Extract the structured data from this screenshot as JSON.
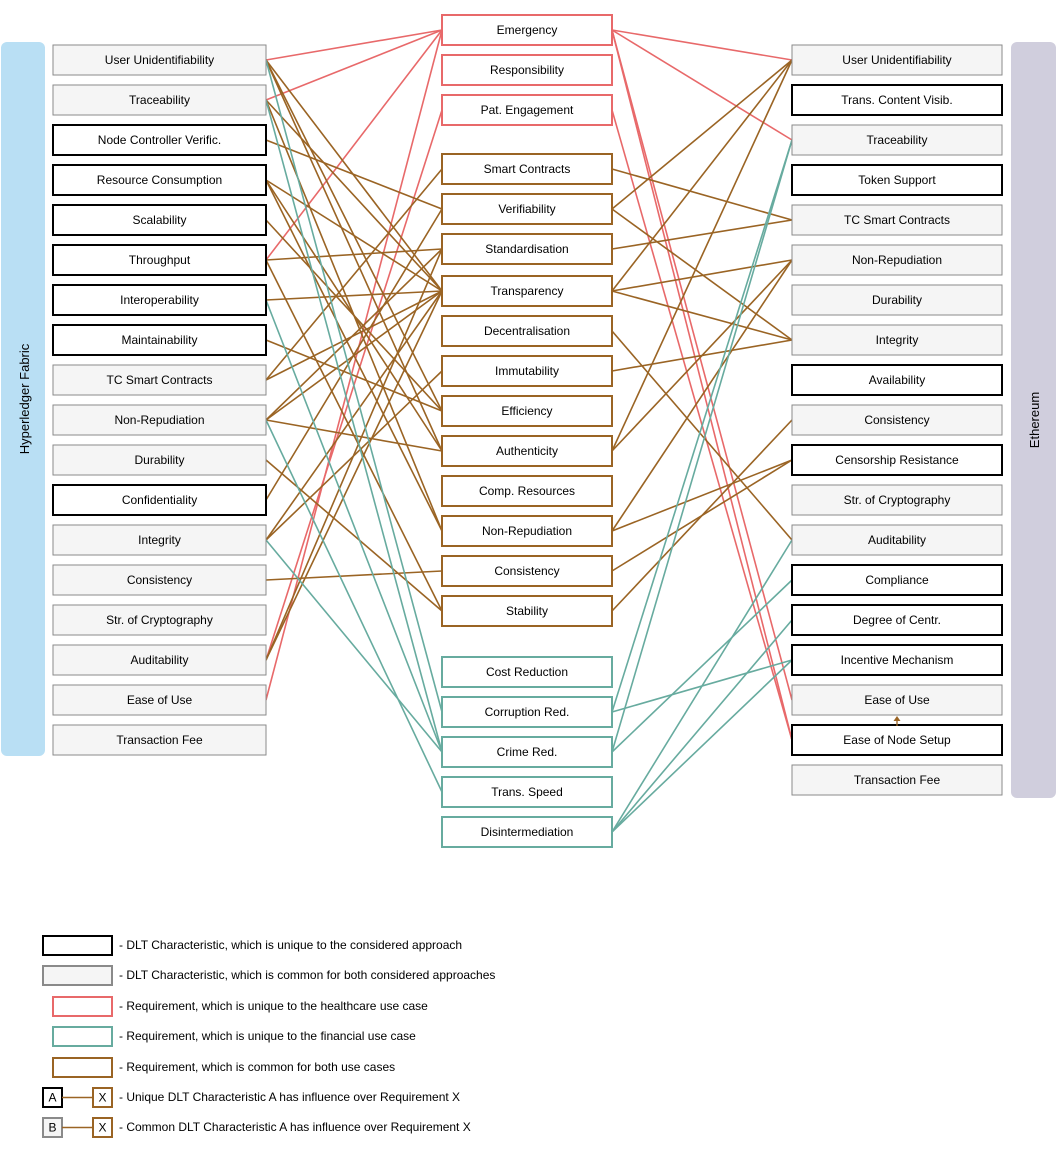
{
  "bands": {
    "left": "Hyperledger Fabric",
    "right": "Ethereum"
  },
  "colors": {
    "healthcare": "#e8696a",
    "financial": "#67ab9f",
    "common": "#9a6424",
    "unique_border": "#000000",
    "common_border": "#8a8a8a",
    "common_fill": "#f5f5f5",
    "left_band": "#b9dff4",
    "right_band": "#d0cedd"
  },
  "left": [
    {
      "label": "User Unidentifiability",
      "kind": "common"
    },
    {
      "label": "Traceability",
      "kind": "common"
    },
    {
      "label": "Node Controller Verific.",
      "kind": "unique"
    },
    {
      "label": "Resource Consumption",
      "kind": "unique"
    },
    {
      "label": "Scalability",
      "kind": "unique"
    },
    {
      "label": "Throughput",
      "kind": "unique"
    },
    {
      "label": "Interoperability",
      "kind": "unique"
    },
    {
      "label": "Maintainability",
      "kind": "unique"
    },
    {
      "label": "TC Smart Contracts",
      "kind": "common"
    },
    {
      "label": "Non-Repudiation",
      "kind": "common"
    },
    {
      "label": "Durability",
      "kind": "common"
    },
    {
      "label": "Confidentiality",
      "kind": "unique"
    },
    {
      "label": "Integrity",
      "kind": "common"
    },
    {
      "label": "Consistency",
      "kind": "common"
    },
    {
      "label": "Str. of Cryptography",
      "kind": "common"
    },
    {
      "label": "Auditability",
      "kind": "common"
    },
    {
      "label": "Ease of Use",
      "kind": "common"
    },
    {
      "label": "Transaction Fee",
      "kind": "common"
    }
  ],
  "middle": [
    {
      "label": "Emergency",
      "kind": "healthcare"
    },
    {
      "label": "Responsibility",
      "kind": "healthcare"
    },
    {
      "label": "Pat. Engagement",
      "kind": "healthcare"
    },
    {
      "label": "Smart Contracts",
      "kind": "common"
    },
    {
      "label": "Verifiability",
      "kind": "common"
    },
    {
      "label": "Standardisation",
      "kind": "common"
    },
    {
      "label": "Transparency",
      "kind": "common"
    },
    {
      "label": "Decentralisation",
      "kind": "common"
    },
    {
      "label": "Immutability",
      "kind": "common"
    },
    {
      "label": "Efficiency",
      "kind": "common"
    },
    {
      "label": "Authenticity",
      "kind": "common"
    },
    {
      "label": "Comp. Resources",
      "kind": "common"
    },
    {
      "label": "Non-Repudiation",
      "kind": "common"
    },
    {
      "label": "Consistency",
      "kind": "common"
    },
    {
      "label": "Stability",
      "kind": "common"
    },
    {
      "label": "Cost Reduction",
      "kind": "financial"
    },
    {
      "label": "Corruption Red.",
      "kind": "financial"
    },
    {
      "label": "Crime Red.",
      "kind": "financial"
    },
    {
      "label": "Trans. Speed",
      "kind": "financial"
    },
    {
      "label": "Disintermediation",
      "kind": "financial"
    }
  ],
  "right": [
    {
      "label": "User Unidentifiability",
      "kind": "common"
    },
    {
      "label": "Trans. Content Visib.",
      "kind": "unique"
    },
    {
      "label": "Traceability",
      "kind": "common"
    },
    {
      "label": "Token Support",
      "kind": "unique"
    },
    {
      "label": "TC Smart Contracts",
      "kind": "common"
    },
    {
      "label": "Non-Repudiation",
      "kind": "common"
    },
    {
      "label": "Durability",
      "kind": "common"
    },
    {
      "label": "Integrity",
      "kind": "common"
    },
    {
      "label": "Availability",
      "kind": "unique"
    },
    {
      "label": "Consistency",
      "kind": "common"
    },
    {
      "label": "Censorship Resistance",
      "kind": "unique"
    },
    {
      "label": "Str. of Cryptography",
      "kind": "common"
    },
    {
      "label": "Auditability",
      "kind": "common"
    },
    {
      "label": "Compliance",
      "kind": "unique"
    },
    {
      "label": "Degree of Centr.",
      "kind": "unique"
    },
    {
      "label": "Incentive Mechanism",
      "kind": "unique"
    },
    {
      "label": "Ease of Use",
      "kind": "common"
    },
    {
      "label": "Ease of Node Setup",
      "kind": "unique"
    },
    {
      "label": "Transaction Fee",
      "kind": "common"
    }
  ],
  "links_left": [
    [
      0,
      0,
      "healthcare"
    ],
    [
      1,
      0,
      "healthcare"
    ],
    [
      5,
      0,
      "healthcare"
    ],
    [
      16,
      0,
      "healthcare"
    ],
    [
      15,
      2,
      "healthcare"
    ],
    [
      0,
      6,
      "common"
    ],
    [
      0,
      9,
      "common"
    ],
    [
      0,
      10,
      "common"
    ],
    [
      1,
      6,
      "common"
    ],
    [
      1,
      12,
      "common"
    ],
    [
      2,
      4,
      "common"
    ],
    [
      3,
      6,
      "common"
    ],
    [
      3,
      10,
      "common"
    ],
    [
      3,
      12,
      "common"
    ],
    [
      4,
      9,
      "common"
    ],
    [
      5,
      5,
      "common"
    ],
    [
      5,
      14,
      "common"
    ],
    [
      6,
      6,
      "common"
    ],
    [
      7,
      9,
      "common"
    ],
    [
      8,
      3,
      "common"
    ],
    [
      8,
      6,
      "common"
    ],
    [
      9,
      5,
      "common"
    ],
    [
      9,
      6,
      "common"
    ],
    [
      9,
      10,
      "common"
    ],
    [
      10,
      14,
      "common"
    ],
    [
      11,
      4,
      "common"
    ],
    [
      12,
      6,
      "common"
    ],
    [
      12,
      8,
      "common"
    ],
    [
      13,
      13,
      "common"
    ],
    [
      15,
      5,
      "common"
    ],
    [
      15,
      6,
      "common"
    ],
    [
      0,
      16,
      "financial"
    ],
    [
      1,
      17,
      "financial"
    ],
    [
      6,
      17,
      "financial"
    ],
    [
      9,
      18,
      "financial"
    ],
    [
      12,
      17,
      "financial"
    ]
  ],
  "links_right": [
    [
      0,
      0,
      "healthcare"
    ],
    [
      0,
      2,
      "healthcare"
    ],
    [
      0,
      16,
      "healthcare"
    ],
    [
      0,
      17,
      "healthcare"
    ],
    [
      2,
      17,
      "healthcare"
    ],
    [
      3,
      4,
      "common"
    ],
    [
      4,
      0,
      "common"
    ],
    [
      4,
      7,
      "common"
    ],
    [
      5,
      4,
      "common"
    ],
    [
      6,
      0,
      "common"
    ],
    [
      6,
      5,
      "common"
    ],
    [
      6,
      7,
      "common"
    ],
    [
      7,
      12,
      "common"
    ],
    [
      8,
      7,
      "common"
    ],
    [
      10,
      0,
      "common"
    ],
    [
      10,
      5,
      "common"
    ],
    [
      12,
      5,
      "common"
    ],
    [
      12,
      10,
      "common"
    ],
    [
      13,
      10,
      "common"
    ],
    [
      14,
      9,
      "common"
    ],
    [
      16,
      2,
      "financial"
    ],
    [
      16,
      15,
      "financial"
    ],
    [
      17,
      2,
      "financial"
    ],
    [
      17,
      13,
      "financial"
    ],
    [
      19,
      12,
      "financial"
    ],
    [
      19,
      14,
      "financial"
    ],
    [
      19,
      15,
      "financial"
    ]
  ],
  "legend": [
    {
      "text": "- DLT Characteristic, which is unique to the considered approach",
      "kind": "unique"
    },
    {
      "text": "- DLT Characteristic, which is common for both considered approaches",
      "kind": "common-char"
    },
    {
      "text": "- Requirement, which is unique to the healthcare use case",
      "kind": "healthcare"
    },
    {
      "text": "- Requirement, which is unique to the financial use case",
      "kind": "financial"
    },
    {
      "text": "- Requirement, which is common for both use cases",
      "kind": "common"
    },
    {
      "text": "- Unique DLT Characteristic A has influence over Requirement X",
      "kind": "influence-unique",
      "a": "A",
      "x": "X"
    },
    {
      "text": "- Common DLT Characteristic A has influence over Requirement X",
      "kind": "influence-common",
      "a": "B",
      "x": "X"
    }
  ]
}
